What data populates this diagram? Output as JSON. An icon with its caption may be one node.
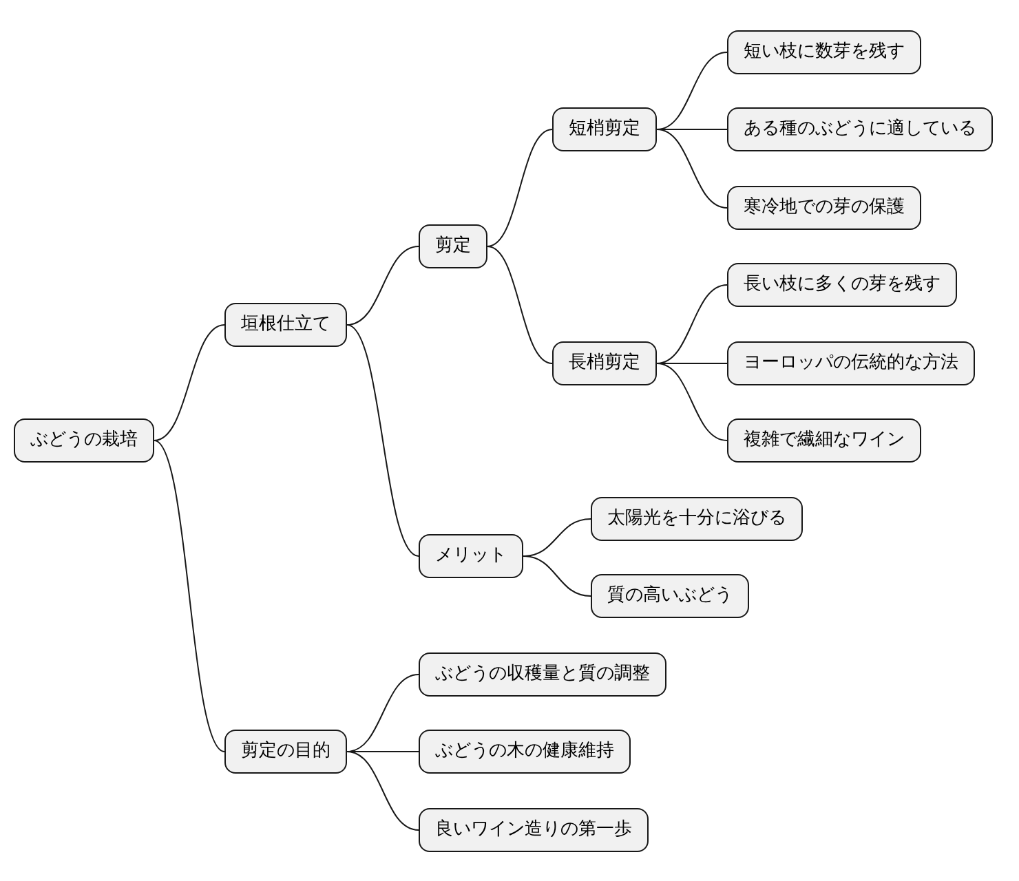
{
  "diagram": {
    "nodes": [
      {
        "text": [
          "ぶどうの栽培"
        ]
      },
      {
        "text": [
          "垣根仕立て"
        ]
      },
      {
        "text": [
          "剪定"
        ]
      },
      {
        "text": [
          "短梢剪定"
        ]
      },
      {
        "text": [
          "短い枝に数芽を残す"
        ]
      },
      {
        "text": [
          "ある種のぶどうに適している"
        ]
      },
      {
        "text": [
          "寒冷地での芽の保護"
        ]
      },
      {
        "text": [
          "長梢剪定"
        ]
      },
      {
        "text": [
          "長い枝に多くの芽を残す"
        ]
      },
      {
        "text": [
          "ヨーロッパの伝統的な方法"
        ]
      },
      {
        "text": [
          "複雑で繊細なワイン"
        ]
      },
      {
        "text": [
          "メリット"
        ]
      },
      {
        "text": [
          "太陽光を十分に浴びる"
        ]
      },
      {
        "text": [
          "質の高いぶどう"
        ]
      },
      {
        "text": [
          "剪定の目的"
        ]
      },
      {
        "text": [
          "ぶどうの収穫量と質の調整"
        ]
      },
      {
        "text": [
          "ぶどうの木の健康維持"
        ]
      },
      {
        "text": [
          "良いワイン造りの第一歩"
        ]
      }
    ],
    "edges": [
      {
        "from": 0,
        "to": 1,
        "arrow": "none"
      },
      {
        "from": 1,
        "to": 2,
        "arrow": "none"
      },
      {
        "from": 2,
        "to": 3,
        "arrow": "none"
      },
      {
        "from": 3,
        "to": 4,
        "arrow": "none"
      },
      {
        "from": 3,
        "to": 5,
        "arrow": "none"
      },
      {
        "from": 3,
        "to": 6,
        "arrow": "none"
      },
      {
        "from": 2,
        "to": 7,
        "arrow": "none"
      },
      {
        "from": 7,
        "to": 8,
        "arrow": "none"
      },
      {
        "from": 7,
        "to": 9,
        "arrow": "none"
      },
      {
        "from": 7,
        "to": 10,
        "arrow": "none"
      },
      {
        "from": 1,
        "to": 11,
        "arrow": "none"
      },
      {
        "from": 11,
        "to": 12,
        "arrow": "none"
      },
      {
        "from": 11,
        "to": 13,
        "arrow": "none"
      },
      {
        "from": 0,
        "to": 14,
        "arrow": "none"
      },
      {
        "from": 14,
        "to": 15,
        "arrow": "none"
      },
      {
        "from": 14,
        "to": 16,
        "arrow": "none"
      },
      {
        "from": 14,
        "to": 17,
        "arrow": "none"
      }
    ]
  }
}
